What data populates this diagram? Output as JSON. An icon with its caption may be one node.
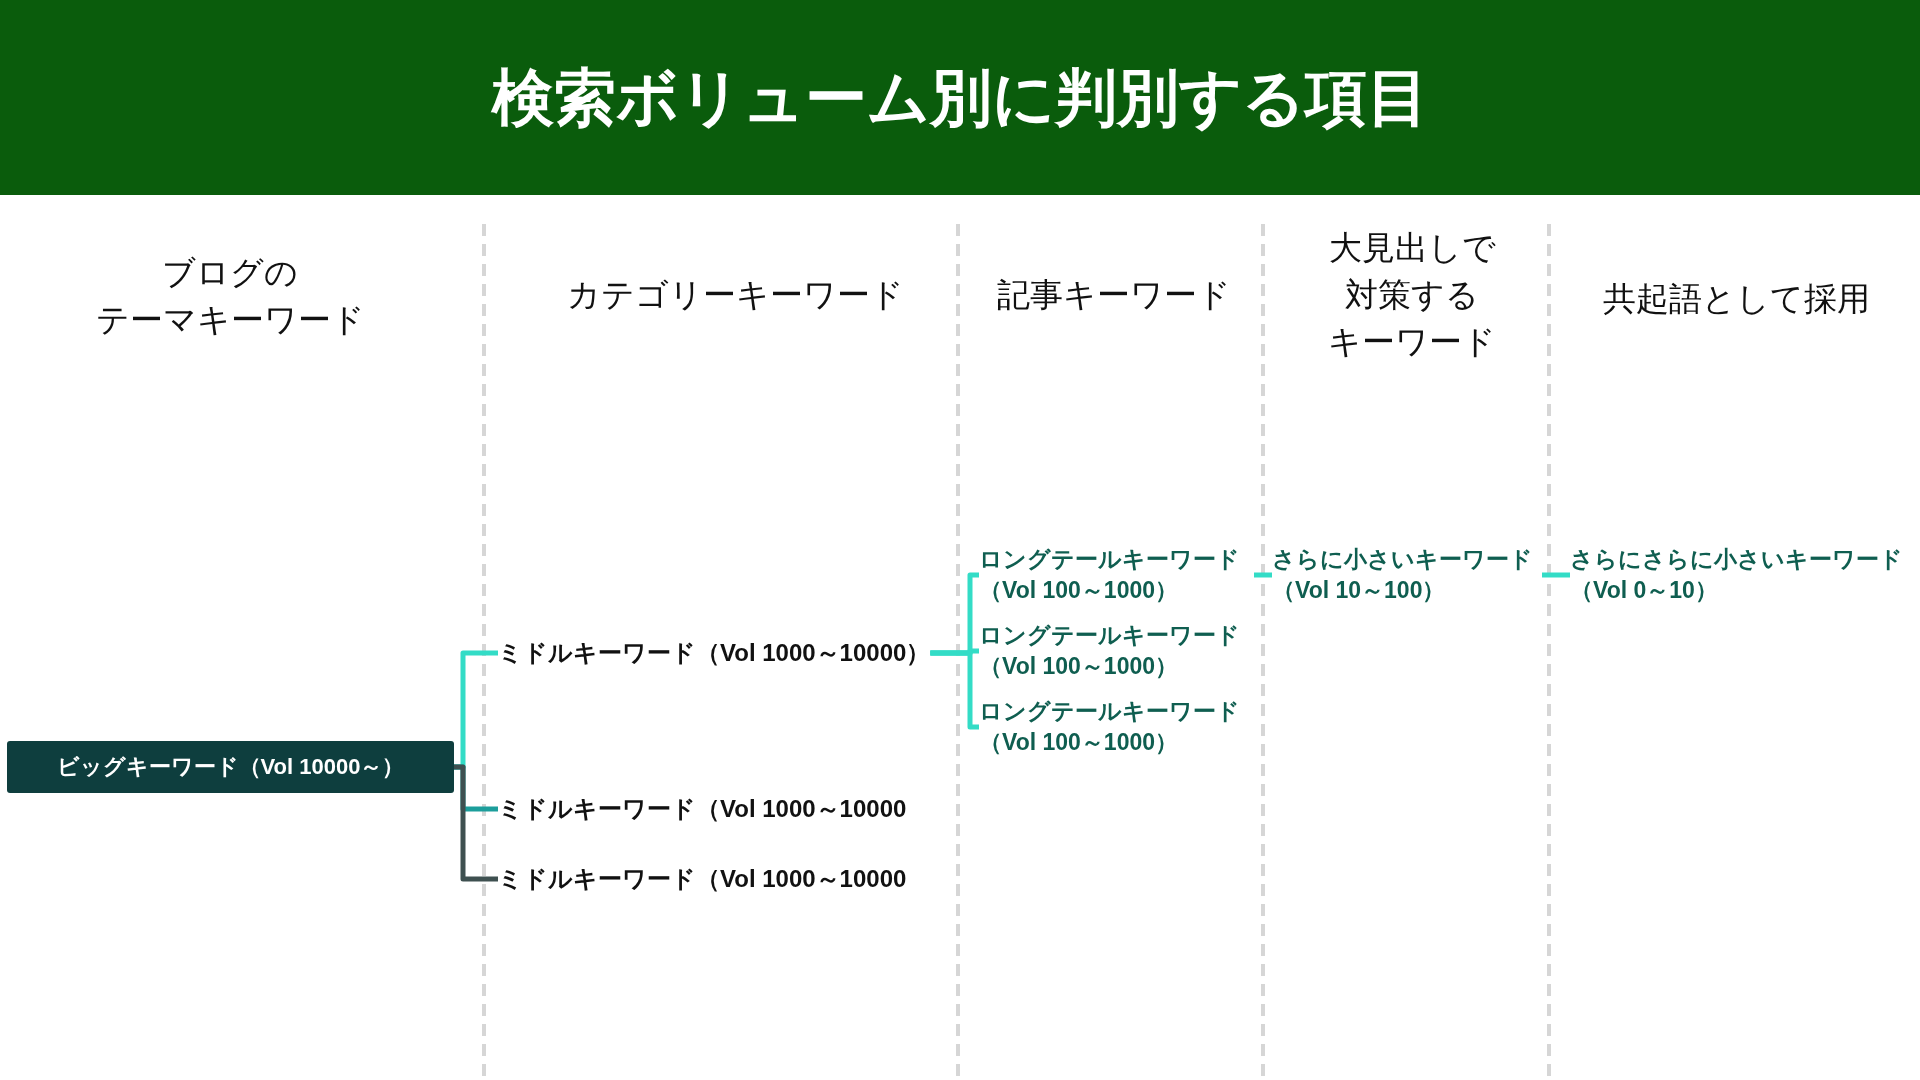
{
  "diagram": {
    "title": "検索ボリューム別に判別する項目",
    "nodes": [
      {
        "text": [
          "ビッグキーワード（Vol 10000～）"
        ]
      },
      {
        "text": [
          "ミドルキーワード（Vol 1000～10000）"
        ]
      },
      {
        "text": [
          "ミドルキーワード（Vol 1000～10000"
        ]
      },
      {
        "text": [
          "ミドルキーワード（Vol 1000～10000"
        ]
      },
      {
        "text": [
          "ロングテールキーワード（Vol 100～1000）"
        ]
      },
      {
        "text": [
          "ロングテールキーワード（Vol 100～1000）"
        ]
      },
      {
        "text": [
          "ロングテールキーワード（Vol 100～1000）"
        ]
      },
      {
        "text": [
          "さらに小さいキーワード（Vol 10～100）"
        ]
      },
      {
        "text": [
          "さらにさらに小さいキーワード（Vol 0～10）"
        ]
      }
    ],
    "edges": [
      {
        "from": 0,
        "to": 1,
        "arrow": "none"
      },
      {
        "from": 0,
        "to": 2,
        "arrow": "none",
        "color": "#1c9e9b"
      },
      {
        "from": 0,
        "to": 3,
        "arrow": "none",
        "color": "#3e5050"
      },
      {
        "from": 1,
        "to": 4,
        "arrow": "none"
      },
      {
        "from": 1,
        "to": 5,
        "arrow": "none"
      },
      {
        "from": 1,
        "to": 6,
        "arrow": "none"
      },
      {
        "from": 4,
        "to": 7,
        "arrow": "none"
      },
      {
        "from": 7,
        "to": 8,
        "arrow": "none"
      }
    ],
    "labels": [
      "ブログのテーマキーワード",
      "カテゴリーキーワード",
      "記事キーワード",
      "大見出しで対策するキーワード",
      "共起語として採用"
    ]
  }
}
